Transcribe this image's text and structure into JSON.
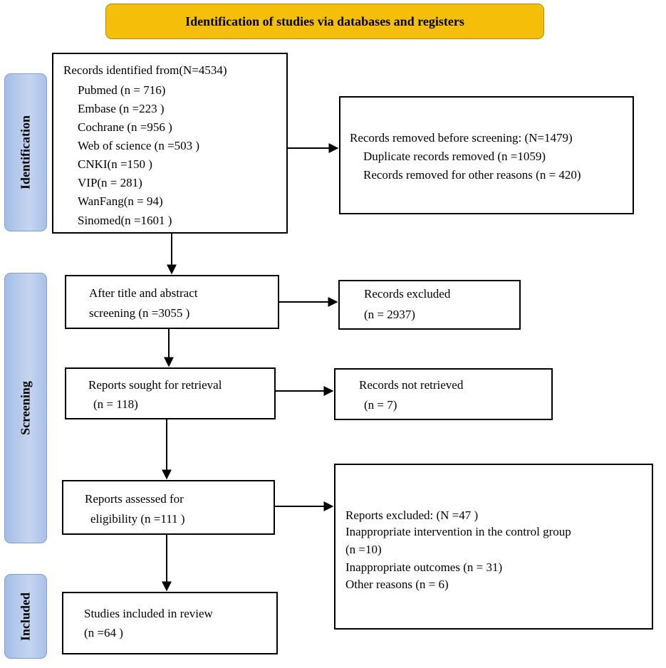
{
  "header": "Identification of studies via databases and registers",
  "stages": {
    "identification": "Identification",
    "screening": "Screening",
    "included": "Included"
  },
  "identified": {
    "title": "Records identified from(N=4534)",
    "sources": [
      "Pubmed (n = 716)",
      "Embase (n =223 )",
      "Cochrane (n =956 )",
      "Web of science (n =503 )",
      "CNKI(n =150 )",
      "VIP(n = 281)",
      "WanFang(n = 94)",
      "Sinomed(n =1601 )"
    ]
  },
  "removed": {
    "title": "Records removed before screening: (N=1479)",
    "duplicates": "Duplicate records removed (n =1059)",
    "other": "Records removed for other reasons (n = 420)"
  },
  "screened": {
    "line1": "After title and abstract",
    "line2": "screening (n =3055 )"
  },
  "excluded": {
    "line1": "Records excluded",
    "line2": "(n = 2937)"
  },
  "sought": {
    "line1": "Reports sought for retrieval",
    "line2": "(n = 118)"
  },
  "not_retrieved": {
    "line1": "Records not retrieved",
    "line2": "(n = 7)"
  },
  "assessed": {
    "line1": "Reports assessed for",
    "line2": "eligibility (n =111 )"
  },
  "reports_excluded": {
    "title": "Reports excluded: (N =47 )",
    "reason1": "Inappropriate intervention in the control group",
    "reason1_n": "(n =10)",
    "reason2": "Inappropriate outcomes (n = 31)",
    "reason3": "Other reasons (n = 6)"
  },
  "included": {
    "line1": "Studies included in review",
    "line2": "(n =64 )"
  }
}
